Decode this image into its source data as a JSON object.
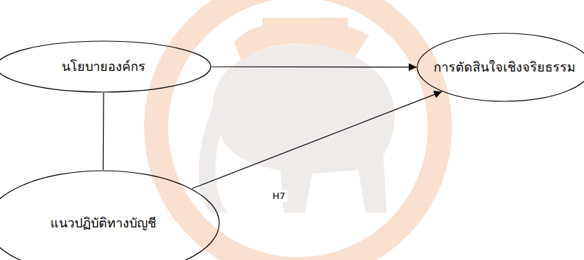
{
  "diagram": {
    "nodes": [
      {
        "text": [
          "นโยบายองค์กร"
        ]
      },
      {
        "text": [
          "การตัดสินใจเชิงจริยธรรม"
        ]
      },
      {
        "text": [
          "แนวปฏิบัติทางบัญชี"
        ]
      }
    ],
    "edges": [
      {
        "from": 0,
        "to": 1,
        "arrow": "to"
      },
      {
        "from": 0,
        "to": 2,
        "arrow": "none"
      },
      {
        "from": 2,
        "to": 1,
        "arrow": "to"
      }
    ],
    "labels": [
      "H7"
    ]
  }
}
